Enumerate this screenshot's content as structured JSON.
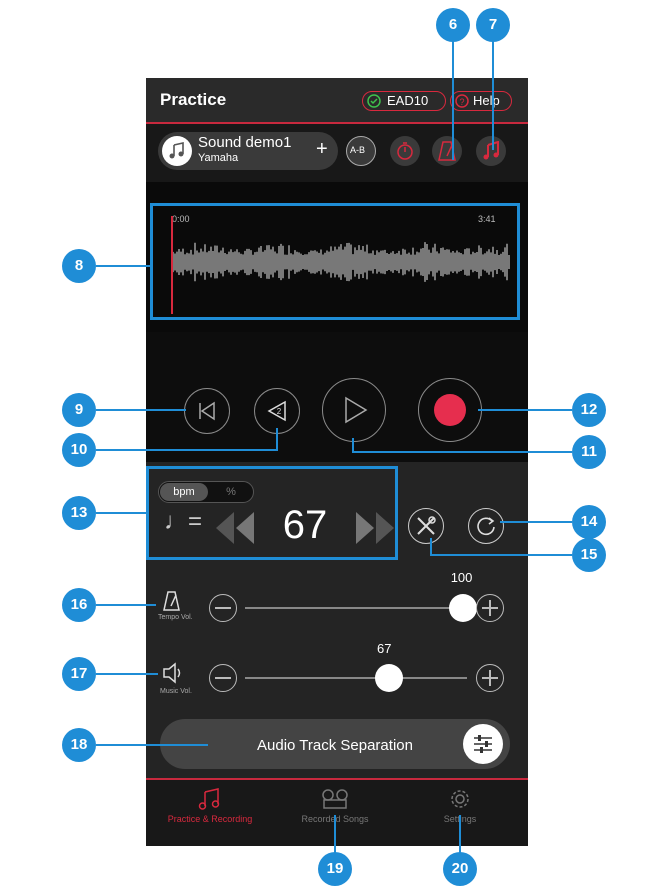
{
  "header": {
    "title": "Practice",
    "ead_label": "EAD10",
    "help_label": "Help"
  },
  "song": {
    "title": "Sound demo1",
    "artist": "Yamaha",
    "add_label": "+"
  },
  "ab_label": "A-B",
  "waveform": {
    "start_time": "0:00",
    "end_time": "3:41"
  },
  "tempo": {
    "mode_bpm": "bpm",
    "mode_percent": "%",
    "note_prefix": "♩=",
    "value": "67"
  },
  "tempo_vol": {
    "label": "Tempo Vol.",
    "value": "100",
    "level": 1.0
  },
  "music_vol": {
    "label": "Music Vol.",
    "value": "67",
    "level": 0.67
  },
  "ats": {
    "label": "Audio Track Separation"
  },
  "tabs": [
    {
      "label": "Practice & Recording",
      "active": true
    },
    {
      "label": "Recorded Songs",
      "active": false
    },
    {
      "label": "Settings",
      "active": false
    }
  ],
  "callouts": [
    "6",
    "7",
    "8",
    "9",
    "10",
    "11",
    "12",
    "13",
    "14",
    "15",
    "16",
    "17",
    "18",
    "19",
    "20"
  ],
  "colors": {
    "accent": "#d8293e",
    "callout": "#1f8dd6",
    "background": "#0d0d0d"
  }
}
